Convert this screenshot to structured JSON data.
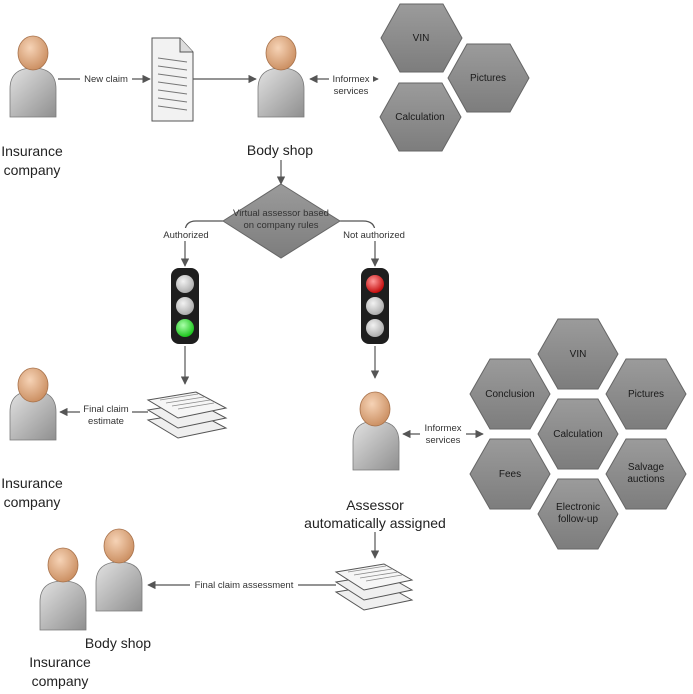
{
  "nodes": {
    "insurer_top": "Insurance company",
    "bodyshop_top": "Body shop",
    "decision": [
      "Virtual assessor based",
      "on company rules"
    ],
    "insurer_mid": "Insurance company",
    "assessor": [
      "Assessor",
      "automatically assigned"
    ],
    "bodyshop_bottom": "Body shop",
    "insurer_bottom": "Insurance company"
  },
  "edges": {
    "new_claim": "New claim",
    "informex_top": [
      "Informex",
      "services"
    ],
    "authorized": "Authorized",
    "not_authorized": "Not authorized",
    "final_estimate": [
      "Final claim",
      "estimate"
    ],
    "informex_mid": [
      "Informex",
      "services"
    ],
    "final_assessment": "Final claim assessment"
  },
  "services_small": {
    "vin": "VIN",
    "pictures": "Pictures",
    "calculation": "Calculation"
  },
  "services_large": {
    "vin": "VIN",
    "conclusion": "Conclusion",
    "pictures": "Pictures",
    "calculation": "Calculation",
    "fees": "Fees",
    "salvage": [
      "Salvage",
      "auctions"
    ],
    "followup": [
      "Electronic",
      "follow-up"
    ]
  },
  "colors": {
    "hex_fill": "#8c8c8c",
    "person_head": "#e6b48f",
    "person_body": "#a9a9a9",
    "light_green": "#22dd22",
    "light_red": "#dd1111",
    "light_off": "#bfbfbf"
  }
}
